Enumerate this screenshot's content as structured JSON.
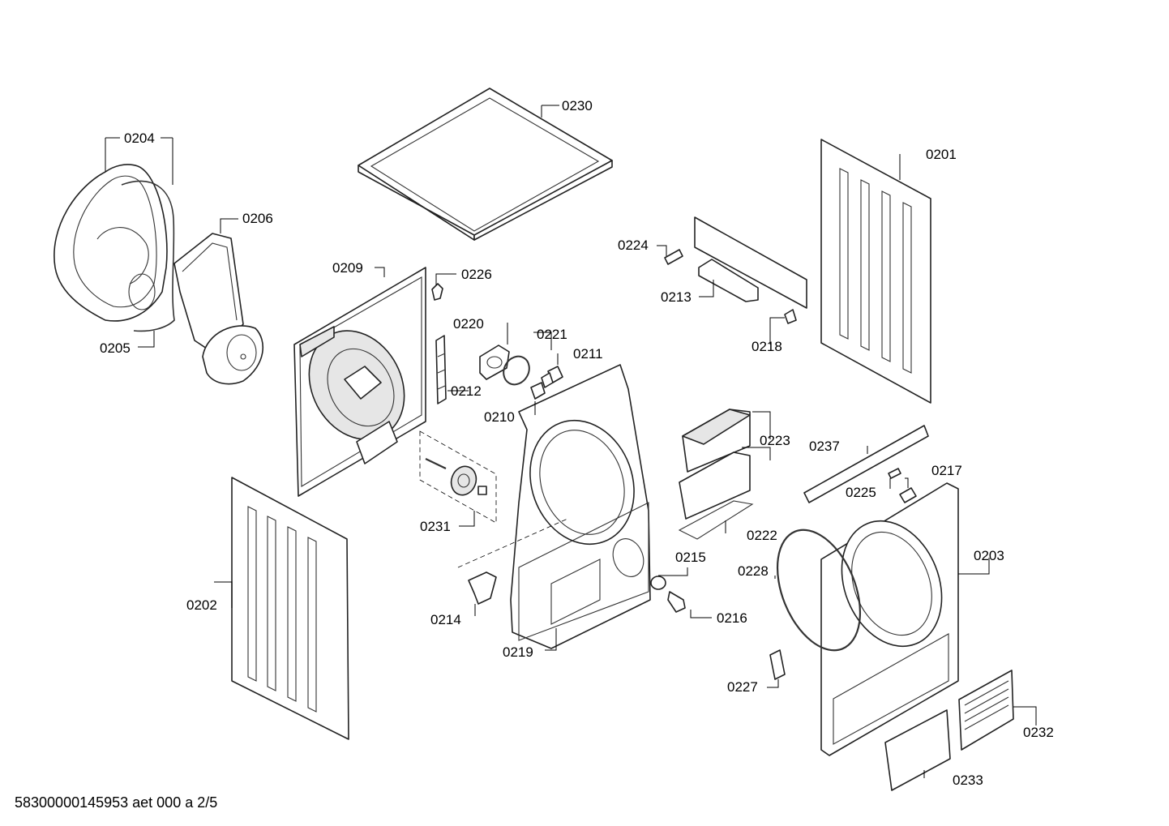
{
  "footer": {
    "document_ref": "58300000145953 aet 000 a 2/5"
  },
  "callouts": {
    "p0201": "0201",
    "p0202": "0202",
    "p0203": "0203",
    "p0204": "0204",
    "p0205": "0205",
    "p0206": "0206",
    "p0209": "0209",
    "p0210": "0210",
    "p0211": "0211",
    "p0212": "0212",
    "p0213": "0213",
    "p0214": "0214",
    "p0215": "0215",
    "p0216": "0216",
    "p0217": "0217",
    "p0218": "0218",
    "p0219": "0219",
    "p0220": "0220",
    "p0221": "0221",
    "p0222": "0222",
    "p0223": "0223",
    "p0224": "0224",
    "p0225": "0225",
    "p0226": "0226",
    "p0227": "0227",
    "p0228": "0228",
    "p0230": "0230",
    "p0231": "0231",
    "p0232": "0232",
    "p0233": "0233",
    "p0237": "0237"
  }
}
